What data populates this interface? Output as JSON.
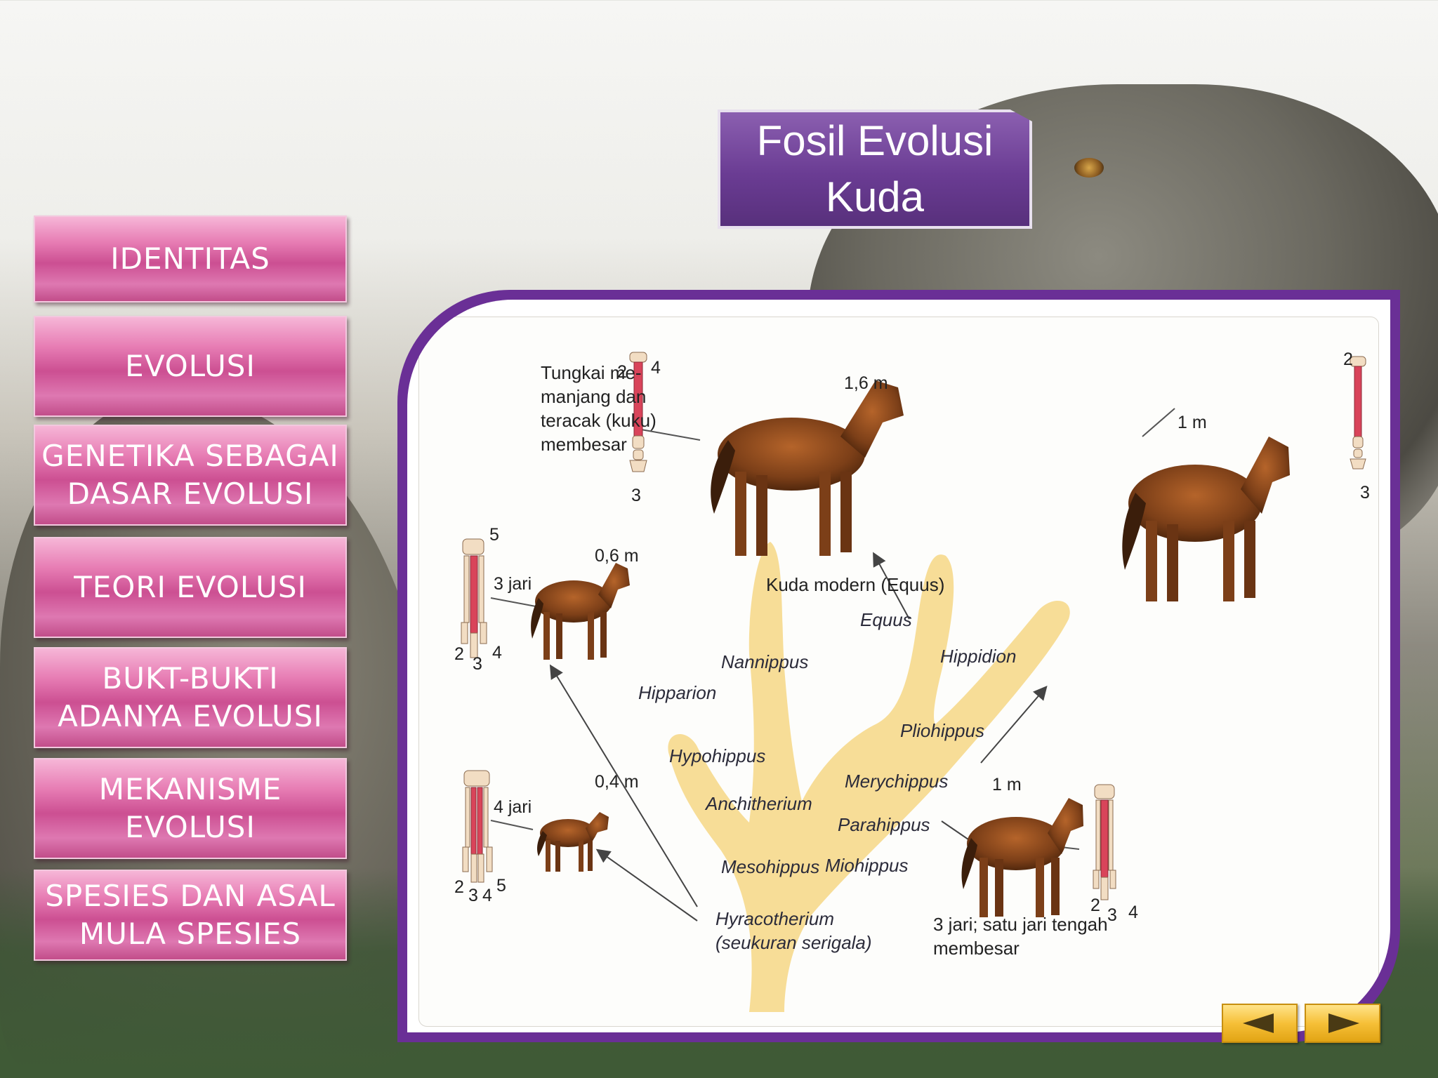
{
  "title": "Fosil Evolusi\nKuda",
  "nav": [
    {
      "label": "IDENTITAS"
    },
    {
      "label": "EVOLUSI"
    },
    {
      "label": "GENETIKA SEBAGAI\nDASAR EVOLUSI"
    },
    {
      "label": "TEORI EVOLUSI"
    },
    {
      "label": "BUKT-BUKTI\nADANYA EVOLUSI"
    },
    {
      "label": "MEKANISME\nEVOLUSI"
    },
    {
      "label": "SPESIES DAN ASAL\nMULA  SPESIES"
    }
  ],
  "figure": {
    "desc_top": "Tungkai me-\nmanjang dan\nteracak (kuku)\nmembesar",
    "modern_caption": "Kuda modern (Equus)",
    "sizes": {
      "equus": "1,6 m",
      "hippidion": "1 m",
      "mesohippus": "0,6 m",
      "hyracotherium": "0,4 m",
      "merychippus": "1 m"
    },
    "toes": {
      "three": "3 jari",
      "four": "4 jari",
      "merychippus_desc": "3 jari; satu jari tengah\nmembesar"
    },
    "digits": {
      "d2": "2",
      "d3": "3",
      "d4": "4",
      "d5": "5"
    },
    "genera": {
      "equus": "Equus",
      "hippidion": "Hippidion",
      "nannippus": "Nannippus",
      "hipparion": "Hipparion",
      "pliohippus": "Pliohippus",
      "hypohippus": "Hypohippus",
      "merychippus": "Merychippus",
      "anchitherium": "Anchitherium",
      "parahippus": "Parahippus",
      "mesohippus": "Mesohippus",
      "miohippus": "Miohippus",
      "hyracotherium": "Hyracotherium\n(seukuran serigala)"
    }
  },
  "colors": {
    "panel_border": "#6a2f96",
    "title_bg": "#6a3c93",
    "nav_bg": "#d85fa2",
    "tree_fill": "#f6d98c",
    "horse_brown": "#8a4a1e",
    "arrow_btn": "#f6c038"
  },
  "icons": {
    "prev": "left-triangle-icon",
    "next": "right-triangle-icon"
  }
}
